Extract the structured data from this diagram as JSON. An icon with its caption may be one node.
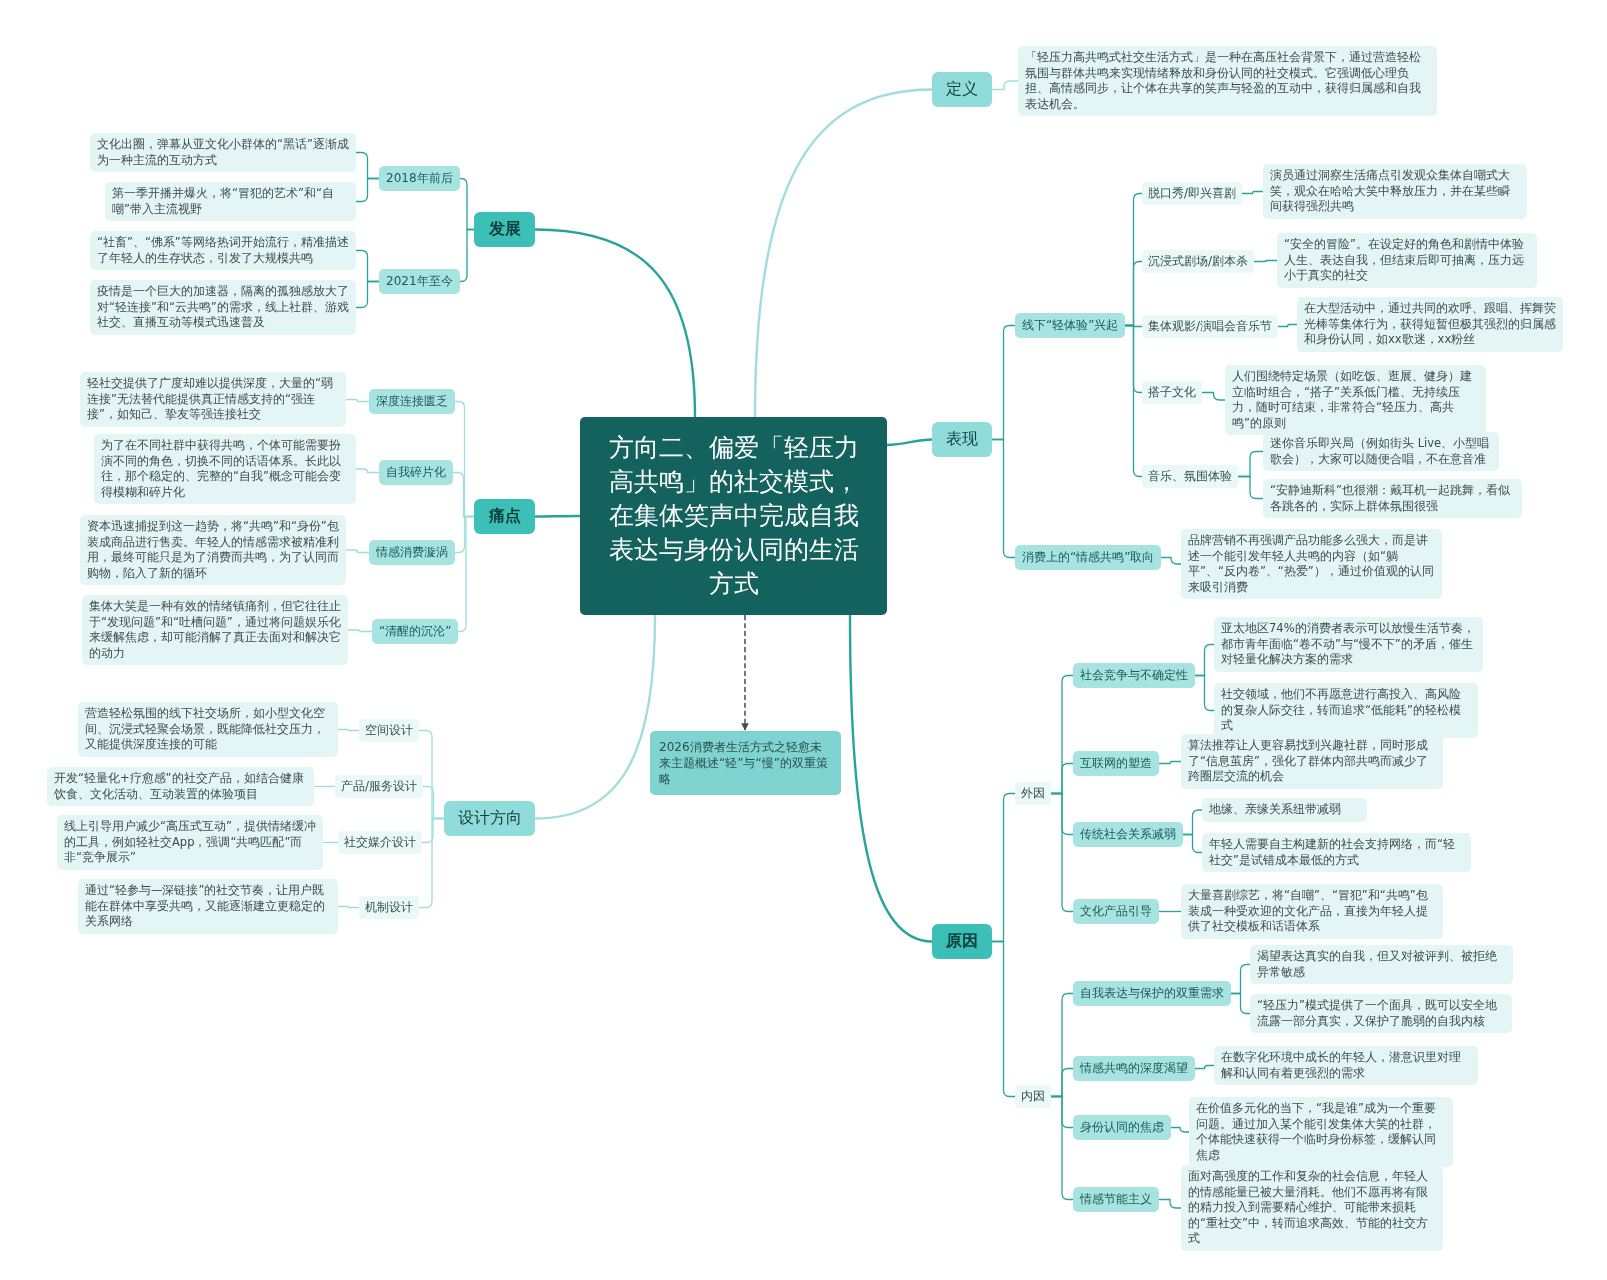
{
  "diagram": {
    "nodes": [
      {
        "text": [
          "方向二、偏爱「轻压力高共鸣」的社交模式，在集体笑声中完成自我表达与身份认同的生活方式"
        ]
      },
      {
        "text": [
          "定义"
        ]
      },
      {
        "text": [
          "「轻压力高共鸣式社交生活方式」是一种在高压社会背景下，通过营造轻松氛围与群体共鸣来实现情绪释放和身份认同的社交模式。它强调低心理负担、高情感同步，让个体在共享的笑声与轻盈的互动中，获得归属感和自我表达机会。"
        ]
      },
      {
        "text": [
          "发展"
        ]
      },
      {
        "text": [
          "2018年前后"
        ]
      },
      {
        "text": [
          "文化出圈，弹幕从亚文化小群体的“黑话”逐渐成为一种主流的互动方式"
        ]
      },
      {
        "text": [
          "第一季开播并爆火，将“冒犯的艺术”和“自嘲”带入主流视野"
        ]
      },
      {
        "text": [
          "2021年至今"
        ]
      },
      {
        "text": [
          "“社畜”、“佛系”等网络热词开始流行，精准描述了年轻人的生存状态，引发了大规模共鸣"
        ]
      },
      {
        "text": [
          "疫情是一个巨大的加速器，隔离的孤独感放大了对“轻连接”和“云共鸣”的需求，线上社群、游戏社交、直播互动等模式迅速普及"
        ]
      },
      {
        "text": [
          "痛点"
        ]
      },
      {
        "text": [
          "深度连接匮乏"
        ]
      },
      {
        "text": [
          "轻社交提供了广度却难以提供深度，大量的“弱连接”无法替代能提供真正情感支持的“强连接”，如知己、挚友等强连接社交"
        ]
      },
      {
        "text": [
          "自我碎片化"
        ]
      },
      {
        "text": [
          "为了在不同社群中获得共鸣，个体可能需要扮演不同的角色，切换不同的话语体系。长此以往，那个稳定的、完整的“自我”概念可能会变得模糊和碎片化"
        ]
      },
      {
        "text": [
          "情感消费漩涡"
        ]
      },
      {
        "text": [
          "资本迅速捕捉到这一趋势，将“共鸣”和“身份”包装成商品进行售卖。年轻人的情感需求被精准利用，最终可能只是为了消费而共鸣，为了认同而购物，陷入了新的循环"
        ]
      },
      {
        "text": [
          "“清醒的沉沦”"
        ]
      },
      {
        "text": [
          "集体大笑是一种有效的情绪镇痛剂，但它往往止于“发现问题”和“吐槽问题”，通过将问题娱乐化来缓解焦虑，却可能消解了真正去面对和解决它的动力"
        ]
      },
      {
        "text": [
          "设计方向"
        ]
      },
      {
        "text": [
          "空间设计"
        ]
      },
      {
        "text": [
          "营造轻松氛围的线下社交场所，如小型文化空间、沉浸式轻聚会场景，既能降低社交压力，又能提供深度连接的可能"
        ]
      },
      {
        "text": [
          "产品/服务设计"
        ]
      },
      {
        "text": [
          "开发“轻量化+疗愈感”的社交产品，如结合健康饮食、文化活动、互动装置的体验项目"
        ]
      },
      {
        "text": [
          "社交媒介设计"
        ]
      },
      {
        "text": [
          "线上引导用户减少“高压式互动”，提供情绪缓冲的工具，例如轻社交App，强调“共鸣匹配”而非“竞争展示”"
        ]
      },
      {
        "text": [
          "机制设计"
        ]
      },
      {
        "text": [
          "通过“轻参与—深链接”的社交节奏，让用户既能在群体中享受共鸣，又能逐渐建立更稳定的关系网络"
        ]
      },
      {
        "text": [
          "表现"
        ]
      },
      {
        "text": [
          "线下“轻体验”兴起"
        ]
      },
      {
        "text": [
          "脱口秀/即兴喜剧"
        ]
      },
      {
        "text": [
          "演员通过洞察生活痛点引发观众集体自嘲式大笑，观众在哈哈大笑中释放压力，并在某些瞬间获得强烈共鸣"
        ]
      },
      {
        "text": [
          "沉浸式剧场/剧本杀"
        ]
      },
      {
        "text": [
          "“安全的冒险”。在设定好的角色和剧情中体验人生、表达自我，但结束后即可抽离，压力远小于真实的社交"
        ]
      },
      {
        "text": [
          "集体观影/演唱会音乐节"
        ]
      },
      {
        "text": [
          "在大型活动中，通过共同的欢呼、跟唱、挥舞荧光棒等集体行为，获得短暂但极其强烈的归属感和身份认同，如xx歌迷，xx粉丝"
        ]
      },
      {
        "text": [
          "搭子文化"
        ]
      },
      {
        "text": [
          "人们围绕特定场景（如吃饭、逛展、健身）建立临时组合，“搭子”关系低门槛、无持续压力，随时可结束，非常符合“轻压力、高共鸣”的原则"
        ]
      },
      {
        "text": [
          "音乐、氛围体验"
        ]
      },
      {
        "text": [
          "迷你音乐即兴局（例如街头 Live、小型唱歌会），大家可以随便合唱，不在意音准"
        ]
      },
      {
        "text": [
          "“安静迪斯科”也很潮：戴耳机一起跳舞，看似各跳各的，实际上群体氛围很强"
        ]
      },
      {
        "text": [
          "消费上的“情感共鸣”取向"
        ]
      },
      {
        "text": [
          "品牌营销不再强调产品功能多么强大，而是讲述一个能引发年轻人共鸣的内容（如“躺平”、“反内卷”、“热爱”），通过价值观的认同来吸引消费"
        ]
      },
      {
        "text": [
          "原因"
        ]
      },
      {
        "text": [
          "外因"
        ]
      },
      {
        "text": [
          "社会竞争与不确定性"
        ]
      },
      {
        "text": [
          "亚太地区74%的消费者表示可以放慢生活节奏，都市青年面临“卷不动”与“慢不下”的矛盾，催生对轻量化解决方案的需求"
        ]
      },
      {
        "text": [
          "社交领域，他们不再愿意进行高投入、高风险的复杂人际交往，转而追求“低能耗”的轻松模式"
        ]
      },
      {
        "text": [
          "互联网的塑造"
        ]
      },
      {
        "text": [
          "算法推荐让人更容易找到兴趣社群，同时形成了“信息茧房”，强化了群体内部共鸣而减少了跨圈层交流的机会"
        ]
      },
      {
        "text": [
          "传统社会关系减弱"
        ]
      },
      {
        "text": [
          "地缘、亲缘关系纽带减弱"
        ]
      },
      {
        "text": [
          "年轻人需要自主构建新的社会支持网络，而“轻社交”是试错成本最低的方式"
        ]
      },
      {
        "text": [
          "文化产品引导"
        ]
      },
      {
        "text": [
          "大量喜剧综艺，将“自嘲”、“冒犯”和“共鸣”包装成一种受欢迎的文化产品，直接为年轻人提供了社交模板和话语体系"
        ]
      },
      {
        "text": [
          "内因"
        ]
      },
      {
        "text": [
          "自我表达与保护的双重需求"
        ]
      },
      {
        "text": [
          "渴望表达真实的自我，但又对被评判、被拒绝异常敏感"
        ]
      },
      {
        "text": [
          "“轻压力”模式提供了一个面具，既可以安全地流露一部分真实，又保护了脆弱的自我内核"
        ]
      },
      {
        "text": [
          "情感共鸣的深度渴望"
        ]
      },
      {
        "text": [
          "在数字化环境中成长的年轻人，潜意识里对理解和认同有着更强烈的需求"
        ]
      },
      {
        "text": [
          "身份认同的焦虑"
        ]
      },
      {
        "text": [
          "在价值多元化的当下，“我是谁”成为一个重要问题。通过加入某个能引发集体大笑的社群，个体能快速获得一个临时身份标签，缓解认同焦虑"
        ]
      },
      {
        "text": [
          "情感节能主义"
        ]
      },
      {
        "text": [
          "面对高强度的工作和复杂的社会信息，年轻人的情感能量已被大量消耗。他们不愿再将有限的精力投入到需要精心维护、可能带来损耗的“重社交”中，转而追求高效、节能的社交方式"
        ]
      },
      {
        "text": [
          "2026消费者生活方式之轻愈未来主题概述“轻”与“慢”的双重策略"
        ]
      }
    ],
    "edges": [
      {
        "from": 0,
        "to": 1,
        "arrow": "none",
        "color": "#9fdedc"
      },
      {
        "from": 1,
        "to": 2,
        "arrow": "none",
        "color": "#9fdedc"
      },
      {
        "from": 0,
        "to": 3,
        "arrow": "none"
      },
      {
        "from": 3,
        "to": 4,
        "arrow": "none"
      },
      {
        "from": 4,
        "to": 5,
        "arrow": "none"
      },
      {
        "from": 4,
        "to": 6,
        "arrow": "none"
      },
      {
        "from": 3,
        "to": 7,
        "arrow": "none"
      },
      {
        "from": 7,
        "to": 8,
        "arrow": "none"
      },
      {
        "from": 7,
        "to": 9,
        "arrow": "none"
      },
      {
        "from": 0,
        "to": 10,
        "arrow": "none"
      },
      {
        "from": 10,
        "to": 11,
        "arrow": "none",
        "color": "#9fdedc"
      },
      {
        "from": 11,
        "to": 12,
        "arrow": "none",
        "color": "#9fdedc"
      },
      {
        "from": 10,
        "to": 13,
        "arrow": "none",
        "color": "#9fdedc"
      },
      {
        "from": 13,
        "to": 14,
        "arrow": "none",
        "color": "#9fdedc"
      },
      {
        "from": 10,
        "to": 15,
        "arrow": "none",
        "color": "#9fdedc"
      },
      {
        "from": 15,
        "to": 16,
        "arrow": "none",
        "color": "#9fdedc"
      },
      {
        "from": 10,
        "to": 17,
        "arrow": "none",
        "color": "#9fdedc"
      },
      {
        "from": 17,
        "to": 18,
        "arrow": "none",
        "color": "#9fdedc"
      },
      {
        "from": 0,
        "to": 19,
        "arrow": "none",
        "color": "#9fdedc"
      },
      {
        "from": 19,
        "to": 20,
        "arrow": "none",
        "color": "#9fdedc"
      },
      {
        "from": 20,
        "to": 21,
        "arrow": "none",
        "color": "#9fdedc"
      },
      {
        "from": 19,
        "to": 22,
        "arrow": "none",
        "color": "#9fdedc"
      },
      {
        "from": 22,
        "to": 23,
        "arrow": "none",
        "color": "#9fdedc"
      },
      {
        "from": 19,
        "to": 24,
        "arrow": "none",
        "color": "#9fdedc"
      },
      {
        "from": 24,
        "to": 25,
        "arrow": "none",
        "color": "#9fdedc"
      },
      {
        "from": 19,
        "to": 26,
        "arrow": "none",
        "color": "#9fdedc"
      },
      {
        "from": 26,
        "to": 27,
        "arrow": "none",
        "color": "#9fdedc"
      },
      {
        "from": 0,
        "to": 28,
        "arrow": "none"
      },
      {
        "from": 28,
        "to": 29,
        "arrow": "none"
      },
      {
        "from": 29,
        "to": 30,
        "arrow": "none"
      },
      {
        "from": 30,
        "to": 31,
        "arrow": "none"
      },
      {
        "from": 29,
        "to": 32,
        "arrow": "none"
      },
      {
        "from": 32,
        "to": 33,
        "arrow": "none"
      },
      {
        "from": 29,
        "to": 34,
        "arrow": "none"
      },
      {
        "from": 34,
        "to": 35,
        "arrow": "none"
      },
      {
        "from": 29,
        "to": 36,
        "arrow": "none"
      },
      {
        "from": 36,
        "to": 37,
        "arrow": "none"
      },
      {
        "from": 29,
        "to": 38,
        "arrow": "none"
      },
      {
        "from": 38,
        "to": 39,
        "arrow": "none"
      },
      {
        "from": 38,
        "to": 40,
        "arrow": "none"
      },
      {
        "from": 28,
        "to": 41,
        "arrow": "none"
      },
      {
        "from": 41,
        "to": 42,
        "arrow": "none"
      },
      {
        "from": 0,
        "to": 43,
        "arrow": "none"
      },
      {
        "from": 43,
        "to": 44,
        "arrow": "none"
      },
      {
        "from": 44,
        "to": 45,
        "arrow": "none"
      },
      {
        "from": 45,
        "to": 46,
        "arrow": "none"
      },
      {
        "from": 45,
        "to": 47,
        "arrow": "none"
      },
      {
        "from": 44,
        "to": 48,
        "arrow": "none"
      },
      {
        "from": 48,
        "to": 49,
        "arrow": "none"
      },
      {
        "from": 44,
        "to": 50,
        "arrow": "none"
      },
      {
        "from": 50,
        "to": 51,
        "arrow": "none"
      },
      {
        "from": 50,
        "to": 52,
        "arrow": "none"
      },
      {
        "from": 44,
        "to": 53,
        "arrow": "none"
      },
      {
        "from": 53,
        "to": 54,
        "arrow": "none"
      },
      {
        "from": 43,
        "to": 55,
        "arrow": "none"
      },
      {
        "from": 55,
        "to": 56,
        "arrow": "none"
      },
      {
        "from": 56,
        "to": 57,
        "arrow": "none"
      },
      {
        "from": 56,
        "to": 58,
        "arrow": "none"
      },
      {
        "from": 55,
        "to": 59,
        "arrow": "none"
      },
      {
        "from": 59,
        "to": 60,
        "arrow": "none"
      },
      {
        "from": 55,
        "to": 61,
        "arrow": "none"
      },
      {
        "from": 61,
        "to": 62,
        "arrow": "none"
      },
      {
        "from": 55,
        "to": 63,
        "arrow": "none"
      },
      {
        "from": 63,
        "to": 64,
        "arrow": "none"
      },
      {
        "from": 0,
        "to": 65,
        "arrow": "to",
        "style": "dashed",
        "color": "#4a4a4a"
      }
    ]
  }
}
